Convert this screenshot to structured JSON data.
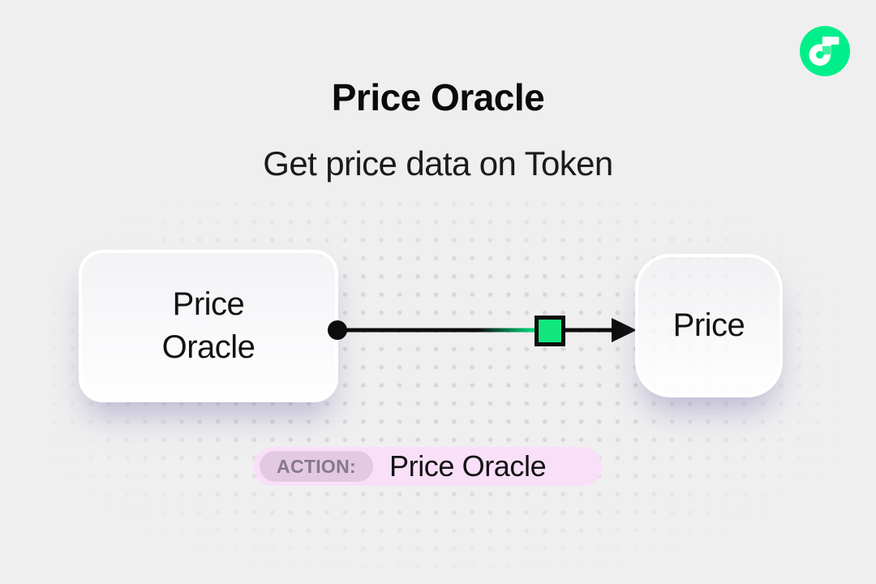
{
  "header": {
    "title": "Price Oracle",
    "subtitle": "Get price data on Token"
  },
  "brand": {
    "logo_icon": "flow-logo",
    "logo_color": "#00ef8b",
    "logo_accent_color": "#3df2a1"
  },
  "diagram": {
    "nodes": [
      {
        "id": "price-oracle",
        "line1": "Price",
        "line2": "Oracle"
      },
      {
        "id": "price",
        "label": "Price"
      }
    ],
    "connector": {
      "type": "arrow",
      "line_color": "#0d0d0e",
      "marker": "green-square",
      "marker_color": "#12e67e",
      "marker_border_color": "#0d0d0e"
    }
  },
  "action": {
    "badge_label": "ACTION:",
    "value": "Price Oracle",
    "pill_color": "#f9dff7",
    "badge_bg_color": "#e3c9e1",
    "badge_text_color": "#84798a"
  }
}
